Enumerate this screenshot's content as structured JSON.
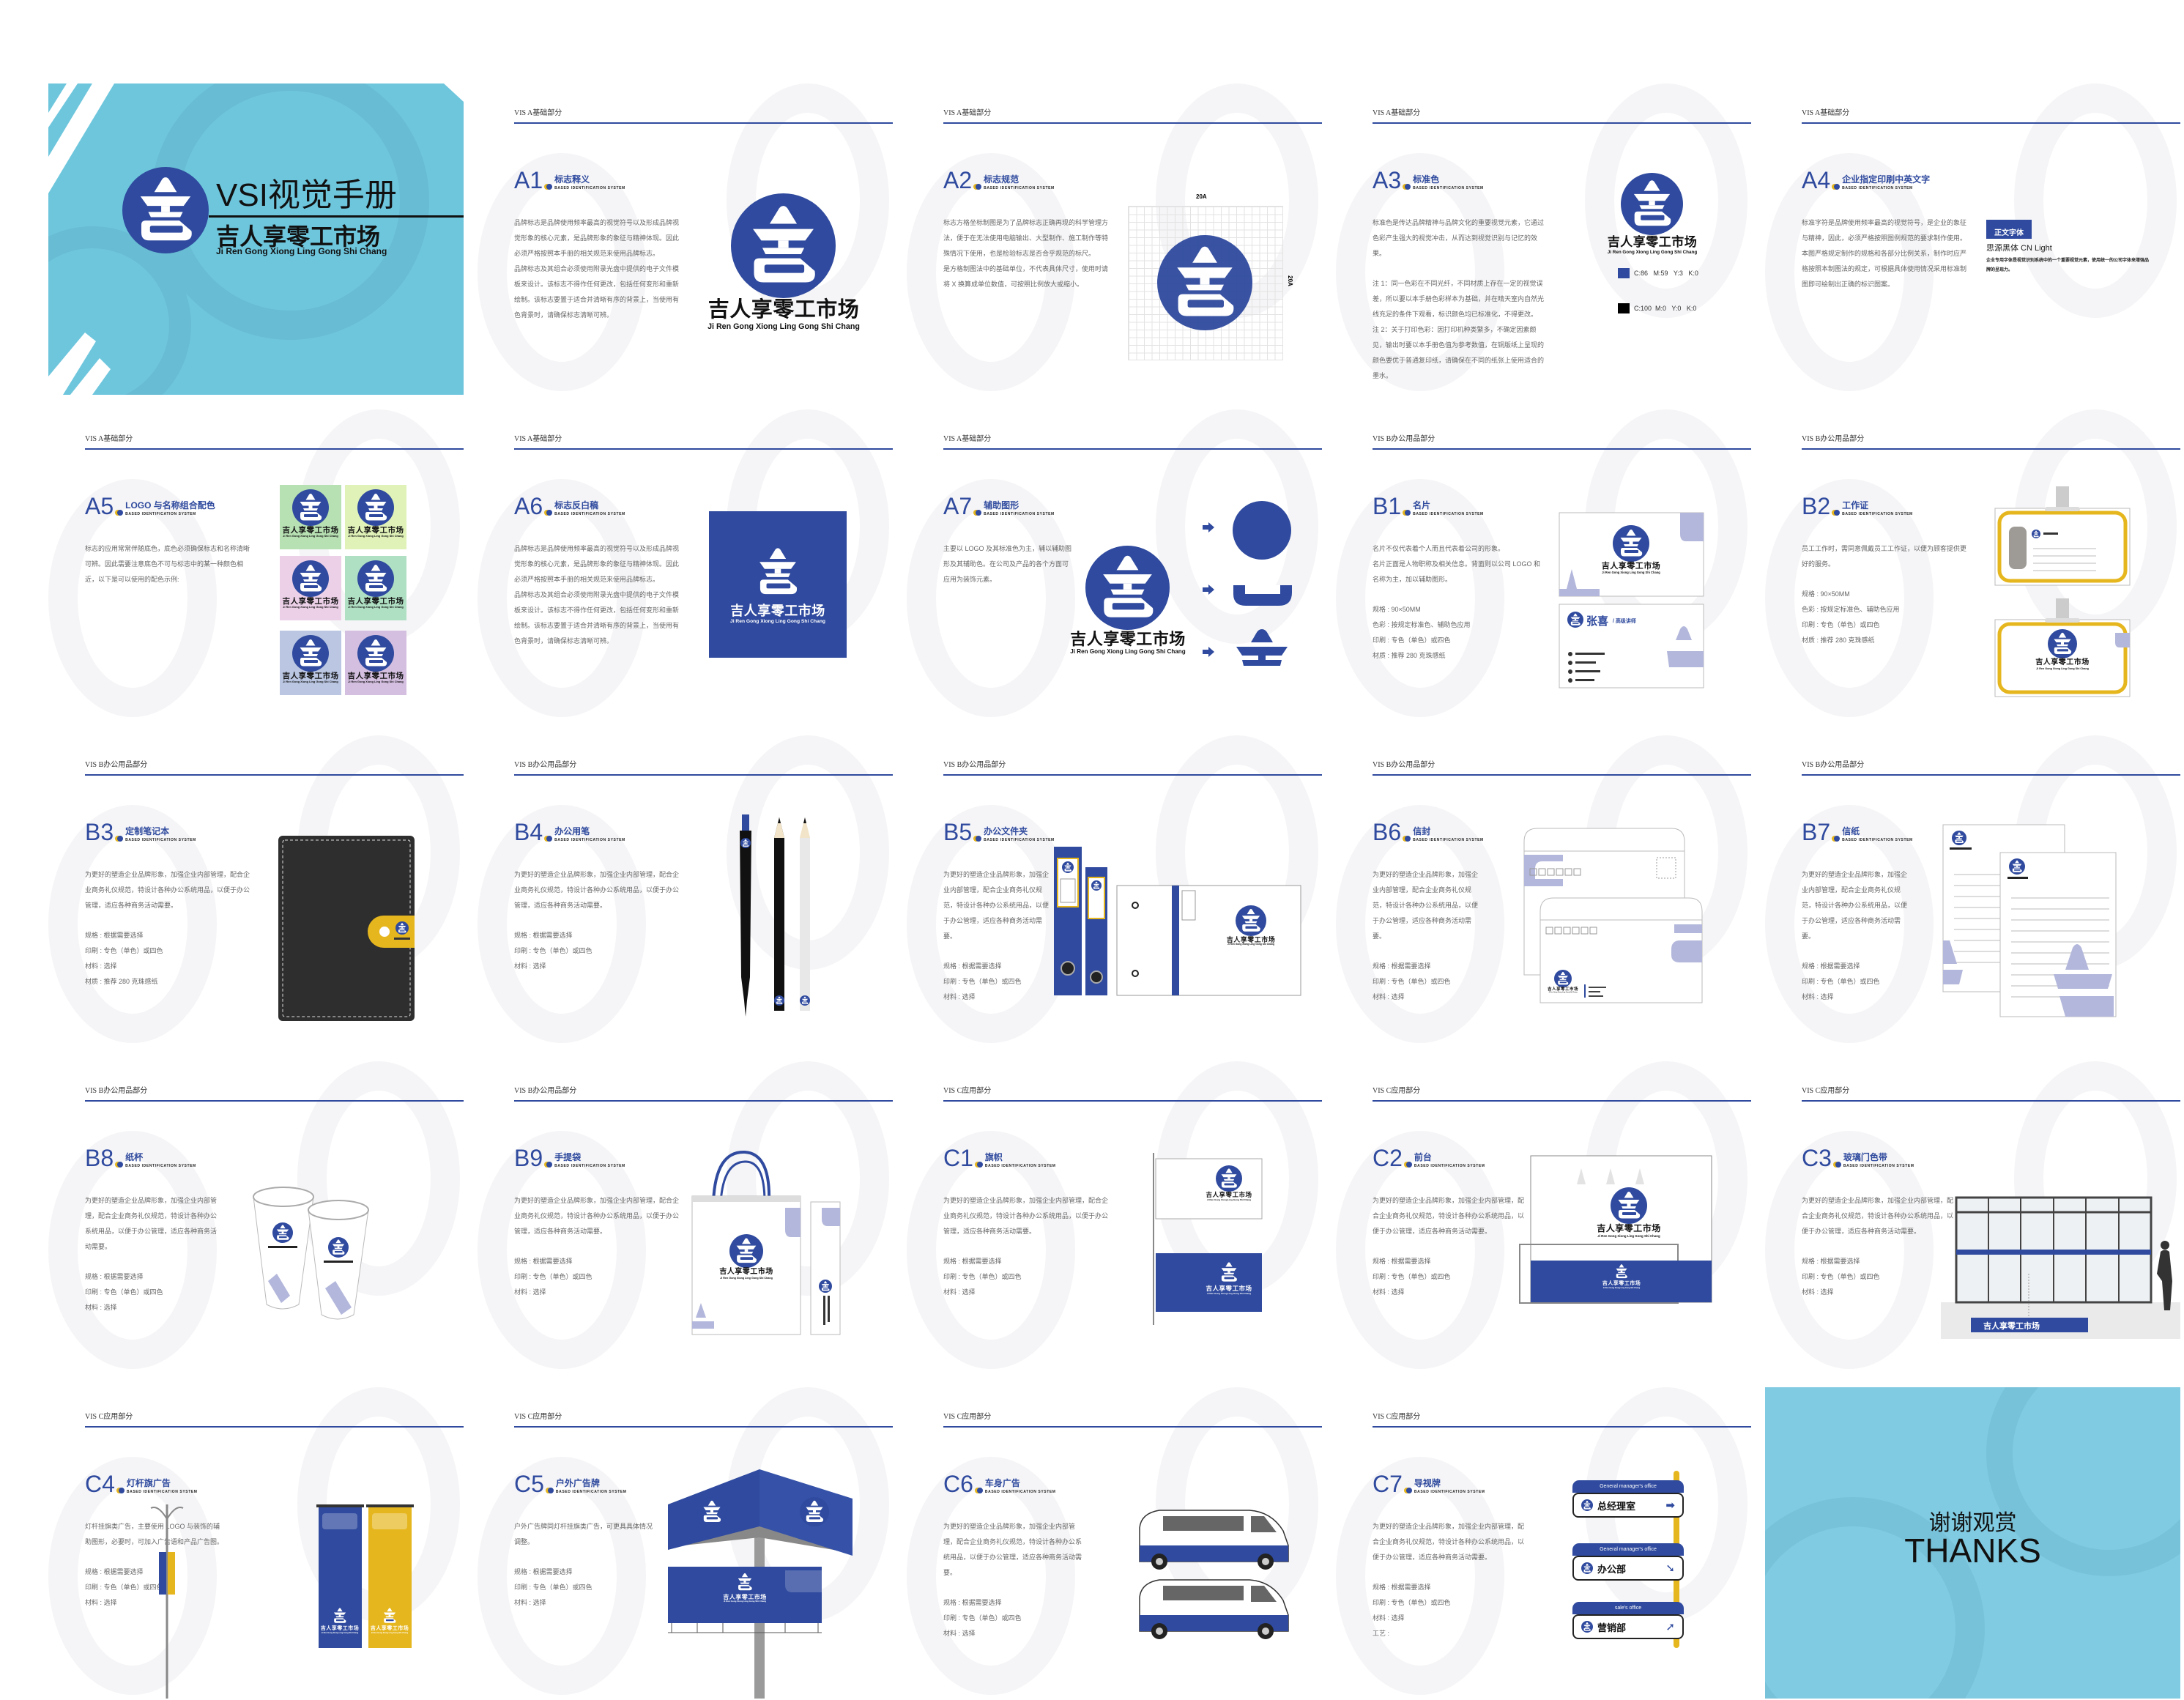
{
  "brand": {
    "name_cn": "吉人享零工市场",
    "name_pinyin": "Ji Ren Gong Xiong Ling Gong Shi Chang",
    "colors": {
      "primary": "#2f4a9e",
      "accent": "#e6b61e",
      "auxiliary": "#b3b7db",
      "cover": "#6ec6dd"
    }
  },
  "labels": {
    "based_system": "BASED IDENTIFICATION SYSTEM"
  },
  "cover": {
    "title": "VSI视觉手册"
  },
  "thanks": {
    "cn": "谢谢观赏",
    "en": "THANKS"
  },
  "a2": {
    "grid_label_top": "20A",
    "grid_label_side": "20A"
  },
  "a3": {
    "swatches": [
      "C:86   M:59   Y:3   K:0",
      "C:100  M:0   Y:0   K:0"
    ]
  },
  "a4": {
    "badge": "正文字体",
    "font_name": "思源黑体 CN Light",
    "font_note": "企业专用字体是视觉识别系统中的一个重要视觉元素，使用统一的公司字体来增强品牌的呈现力。"
  },
  "b1": {
    "card_name": "张喜",
    "card_title": "/ 高级讲师"
  },
  "c7": {
    "signs": [
      {
        "en": "General manager's office",
        "cn": "总经理室",
        "arrow": "➡"
      },
      {
        "en": "General manager's office",
        "cn": "办公部",
        "arrow": "➘"
      },
      {
        "en": "sale's office",
        "cn": "营销部",
        "arrow": "➚"
      }
    ]
  },
  "pages": [
    {
      "section": "VIS  A基础部分",
      "code": "A1",
      "title": "标志释义",
      "paragraphs": [
        "品牌标志是品牌使用频率最高的视觉符号以及形成品牌视觉形象的核心元素，是品牌形象的象征与精神体现。因此必须严格按照本手册的相关规范来使用品牌标志。",
        "品牌标志及其组合必须使用附录光盘中提供的电子文件模板来设计。该标志不得作任何更改，包括任何变形和重新绘制。该标志要置于适合并清晰有序的背景上，当使用有色背景时，请确保标志清晰可辨。"
      ],
      "specs": []
    },
    {
      "section": "VIS  A基础部分",
      "code": "A2",
      "title": "标志规范",
      "paragraphs": [
        "标志方格坐标制图是为了品牌标志正确再现的科学管理方法，便于在无法使用电脑输出、大型制作、施工制作等特殊情况下使用，也是检验标志是否合乎规范的标尺。",
        "是方格制图法中的基础单位，不代表具体尺寸，使用时请将 X 换算成单位数值，可按照比例放大或缩小。"
      ],
      "specs": []
    },
    {
      "section": "VIS  A基础部分",
      "code": "A3",
      "title": "标准色",
      "paragraphs": [
        "标准色是传达品牌精神与品牌文化的重要视觉元素，它通过色彩产生强大的视觉冲击，从而达到视觉识别与记忆的效果。"
      ],
      "specs": [
        "注 1：同一色彩在不同光纤，不同材质上存在一定的视觉误差，所以要以本手册色彩样本为基础，并在晴天室内自然光线充足的条件下观看，标识颜色均已标准化，不得更改。",
        "注 2：关于打印色彩：因打印机种类繁多，不确定因素颇见，输出时要以本手册色值为参考数值，在铜版纸上呈现的颜色要优于普通复印纸，请确保在不同的纸张上使用适合的墨水。"
      ]
    },
    {
      "section": "VIS  A基础部分",
      "code": "A4",
      "title": "企业指定印刷中英文字",
      "paragraphs": [
        "标准字符是品牌使用频率最高的视觉符号，是企业的象征与精神，因此，必须严格按照图例规范的要求制作使用。本图严格规定制作的规格和各部分比例关系，制作时应严格按照本制图法的规定，可根据具体使用情况采用标准制图即可绘制出正确的标识图案。"
      ],
      "specs": []
    },
    {
      "section": "VIS  A基础部分",
      "code": "A5",
      "title": "LOGO 与名称组合配色",
      "paragraphs": [
        "标志的应用常常伴随底色，底色必须确保标志和名称清晰可辨。因此需要注意底色不可与标志中的某一种颜色相近，以下是可以使用的配色示例:"
      ],
      "specs": []
    },
    {
      "section": "VIS  A基础部分",
      "code": "A6",
      "title": "标志反白稿",
      "paragraphs": [
        "品牌标志是品牌使用频率最高的视觉符号以及形成品牌视觉形象的核心元素，是品牌形象的象征与精神体现。因此必须严格按照本手册的相关规范来使用品牌标志。",
        "品牌标志及其组合必须使用附录光盘中提供的电子文件模板来设计。该标志不得作任何更改，包括任何变形和重新绘制。该标志要置于适合并清晰有序的背景上，当使用有色背景时，请确保标志清晰可辨。"
      ],
      "specs": []
    },
    {
      "section": "VIS  A基础部分",
      "code": "A7",
      "title": "辅助图形",
      "paragraphs": [
        "主要以 LOGO 及其标准色为主，辅以辅助图形及其辅助色。在公司及产品的各个方面可应用为装饰元素。"
      ],
      "specs": []
    },
    {
      "section": "VIS  B办公用品部分",
      "code": "B1",
      "title": "名片",
      "paragraphs": [
        "名片不仅代表着个人而且代表着公司的形象。",
        "名片正面是人物职称及相关信息。背面则以公司 LOGO 和名称为主，加以辅助图形。"
      ],
      "specs": [
        "规格 : 90×50MM",
        "色彩 : 按规定标准色、辅助色应用",
        "印刷 : 专色（单色）或四色",
        "材质 : 推荐 280 克珠感纸"
      ]
    },
    {
      "section": "VIS  B办公用品部分",
      "code": "B2",
      "title": "工作证",
      "paragraphs": [
        "员工工作时，需同意佩戴员工工作证，以便为顾客提供更好的服务。"
      ],
      "specs": [
        "规格 : 90×50MM",
        "色彩 : 按规定标准色、辅助色应用",
        "印刷 : 专色（单色）或四色",
        "材质 : 推荐 280 克珠感纸"
      ]
    },
    {
      "section": "VIS  B办公用品部分",
      "code": "B3",
      "title": "定制笔记本",
      "paragraphs": [
        "为更好的塑造企业品牌形象，加强企业内部管理，配合企业商务礼仪规范，特设计各种办公系统用品，以便于办公管理，适应各种商务活动需要。"
      ],
      "specs": [
        "规格 : 根据需要选择",
        "印刷 : 专色（单色）或四色",
        "材料 : 选择",
        "材质 : 推荐 280 克珠感纸"
      ]
    },
    {
      "section": "VIS  B办公用品部分",
      "code": "B4",
      "title": "办公用笔",
      "paragraphs": [
        "为更好的塑造企业品牌形象，加强企业内部管理，配合企业商务礼仪规范，特设计各种办公系统用品，以便于办公管理，适应各种商务活动需要。"
      ],
      "specs": [
        "规格 : 根据需要选择",
        "印刷 : 专色（单色）或四色",
        "材料 : 选择"
      ]
    },
    {
      "section": "VIS  B办公用品部分",
      "code": "B5",
      "title": "办公文件夹",
      "paragraphs": [
        "为更好的塑造企业品牌形象，加强企业内部管理，配合企业商务礼仪规范，特设计各种办公系统用品，以便于办公管理，适应各种商务活动需要。"
      ],
      "specs": [
        "规格 : 根据需要选择",
        "印刷 : 专色（单色）或四色",
        "材料 : 选择"
      ]
    },
    {
      "section": "VIS  B办公用品部分",
      "code": "B6",
      "title": "信封",
      "paragraphs": [
        "为更好的塑造企业品牌形象，加强企业内部管理，配合企业商务礼仪规范，特设计各种办公系统用品，以便于办公管理，适应各种商务活动需要。"
      ],
      "specs": [
        "规格 : 根据需要选择",
        "印刷 : 专色（单色）或四色",
        "材料 : 选择"
      ]
    },
    {
      "section": "VIS  B办公用品部分",
      "code": "B7",
      "title": "信纸",
      "paragraphs": [
        "为更好的塑造企业品牌形象，加强企业内部管理，配合企业商务礼仪规范，特设计各种办公系统用品，以便于办公管理，适应各种商务活动需要。"
      ],
      "specs": [
        "规格 : 根据需要选择",
        "印刷 : 专色（单色）或四色",
        "材料 : 选择"
      ]
    },
    {
      "section": "VIS  B办公用品部分",
      "code": "B8",
      "title": "纸杯",
      "paragraphs": [
        "为更好的塑造企业品牌形象，加强企业内部管理，配合企业商务礼仪规范，特设计各种办公系统用品，以便于办公管理，适应各种商务活动需要。"
      ],
      "specs": [
        "规格 : 根据需要选择",
        "印刷 : 专色（单色）或四色",
        "材料 : 选择"
      ]
    },
    {
      "section": "VIS  B办公用品部分",
      "code": "B9",
      "title": "手提袋",
      "paragraphs": [
        "为更好的塑造企业品牌形象，加强企业内部管理，配合企业商务礼仪规范，特设计各种办公系统用品，以便于办公管理，适应各种商务活动需要。"
      ],
      "specs": [
        "规格 : 根据需要选择",
        "印刷 : 专色（单色）或四色",
        "材料 : 选择"
      ]
    },
    {
      "section": "VIS  C应用部分",
      "code": "C1",
      "title": "旗帜",
      "paragraphs": [
        "为更好的塑造企业品牌形象，加强企业内部管理，配合企业商务礼仪规范，特设计各种办公系统用品，以便于办公管理，适应各种商务活动需要。"
      ],
      "specs": [
        "规格 : 根据需要选择",
        "印刷 : 专色（单色）或四色",
        "材料 : 选择"
      ]
    },
    {
      "section": "VIS  C应用部分",
      "code": "C2",
      "title": "前台",
      "paragraphs": [
        "为更好的塑造企业品牌形象，加强企业内部管理，配合企业商务礼仪规范，特设计各种办公系统用品，以便于办公管理，适应各种商务活动需要。"
      ],
      "specs": [
        "规格 : 根据需要选择",
        "印刷 : 专色（单色）或四色",
        "材料 : 选择"
      ]
    },
    {
      "section": "VIS  C应用部分",
      "code": "C3",
      "title": "玻璃门色带",
      "paragraphs": [
        "为更好的塑造企业品牌形象，加强企业内部管理，配合企业商务礼仪规范，特设计各种办公系统用品，以便于办公管理，适应各种商务活动需要。"
      ],
      "specs": [
        "规格 : 根据需要选择",
        "印刷 : 专色（单色）或四色",
        "材料 : 选择"
      ]
    },
    {
      "section": "VIS  C应用部分",
      "code": "C4",
      "title": "灯杆旗广告",
      "paragraphs": [
        "灯杆挂旗类广告，主要使用 LOGO 与装饰的辅助图形，必要时，可加入广告语和产品广告图。"
      ],
      "specs": [
        "规格 : 根据需要选择",
        "印刷 : 专色（单色）或四色",
        "材料 : 选择"
      ]
    },
    {
      "section": "VIS  C应用部分",
      "code": "C5",
      "title": "户外广告牌",
      "paragraphs": [
        "户外广告牌同灯杆挂旗类广告，可更具具体情况调整。"
      ],
      "specs": [
        "规格 : 根据需要选择",
        "印刷 : 专色（单色）或四色",
        "材料 : 选择"
      ]
    },
    {
      "section": "VIS  C应用部分",
      "code": "C6",
      "title": "车身广告",
      "paragraphs": [
        "为更好的塑造企业品牌形象，加强企业内部管理，配合企业商务礼仪规范，特设计各种办公系统用品，以便于办公管理，适应各种商务活动需要。"
      ],
      "specs": [
        "规格 : 根据需要选择",
        "印刷 : 专色（单色）或四色",
        "材料 : 选择"
      ]
    },
    {
      "section": "VIS  C应用部分",
      "code": "C7",
      "title": "导视牌",
      "paragraphs": [
        "为更好的塑造企业品牌形象，加强企业内部管理，配合企业商务礼仪规范，特设计各种办公系统用品，以便于办公管理，适应各种商务活动需要。"
      ],
      "specs": [
        "规格 : 根据需要选择",
        "印刷 : 专色（单色）或四色",
        "材料 : 选择",
        "工艺 :"
      ]
    }
  ]
}
